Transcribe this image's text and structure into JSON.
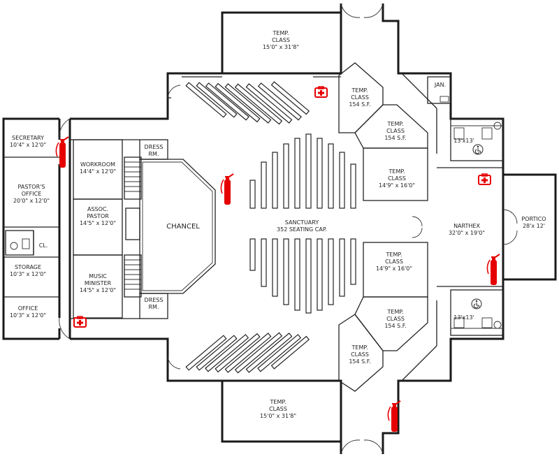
{
  "rooms": {
    "temp_class_top": [
      "TEMP.",
      "CLASS",
      "15'0\" x 31'8\""
    ],
    "temp_class_bottom": [
      "TEMP.",
      "CLASS",
      "15'0\" x 31'8\""
    ],
    "secretary": [
      "SECRETARY",
      "10'4\" x 12'0\""
    ],
    "pastors_office": [
      "PASTOR'S",
      "OFFICE",
      "20'0\" x 12'0\""
    ],
    "cl": "CL.",
    "storage": [
      "STORAGE",
      "10'3\" x 12'0\""
    ],
    "office": [
      "OFFICE",
      "10'3\" x 12'0\""
    ],
    "workroom": [
      "WORKROOM",
      "14'4\" x 12'0\""
    ],
    "assoc_pastor": [
      "ASSOC.",
      "PASTOR",
      "14'5\" x 12'0\""
    ],
    "music_minister": [
      "MUSIC",
      "MINISTER",
      "14'5\" x 12'0\""
    ],
    "dress_top": [
      "DRESS",
      "RM."
    ],
    "dress_bottom": [
      "DRESS",
      "RM."
    ],
    "chancel": "CHANCEL",
    "sanctuary": [
      "SANCTUARY",
      "352 SEATING CAP."
    ],
    "temp_ne1": [
      "TEMP.",
      "CLASS",
      "154 S.F."
    ],
    "temp_ne2": [
      "TEMP.",
      "CLASS",
      "154 S.F."
    ],
    "temp_e1": [
      "TEMP.",
      "CLASS",
      "14'9\" x 16'0\""
    ],
    "temp_e2": [
      "TEMP.",
      "CLASS",
      "14'9\" x 16'0\""
    ],
    "temp_se1": [
      "TEMP.",
      "CLASS",
      "154 S.F."
    ],
    "temp_se2": [
      "TEMP.",
      "CLASS",
      "154 S.F."
    ],
    "jan": "JAN.",
    "rest_top": "13'x13'",
    "rest_bottom": "13'x13'",
    "narthex": [
      "NARTHEX",
      "32'0\" x 19'0\""
    ],
    "portico": [
      "PORTICO",
      "28'x 12'"
    ]
  },
  "icons": {
    "extinguisher_color": "#e60000",
    "first_aid_color": "#e60000"
  }
}
